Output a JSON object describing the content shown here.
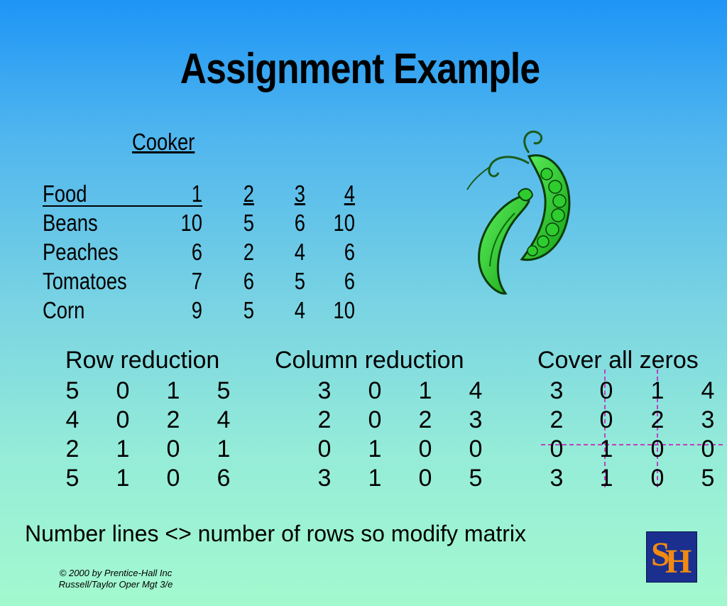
{
  "title": "Assignment Example",
  "cooker_label": "Cooker",
  "food_table": {
    "header": [
      "Food",
      "1",
      "2",
      "3",
      "4"
    ],
    "rows": [
      {
        "food": "Beans",
        "values": [
          "10",
          "5",
          "6",
          "10"
        ]
      },
      {
        "food": "Peaches",
        "values": [
          "6",
          "2",
          "4",
          "6"
        ]
      },
      {
        "food": "Tomatoes",
        "values": [
          "7",
          "6",
          "5",
          "6"
        ]
      },
      {
        "food": "Corn",
        "values": [
          "9",
          "5",
          "4",
          "10"
        ]
      }
    ]
  },
  "matrices": [
    {
      "title": "Row reduction",
      "rows": [
        [
          "5",
          "0",
          "1",
          "5"
        ],
        [
          "4",
          "0",
          "2",
          "4"
        ],
        [
          "2",
          "1",
          "0",
          "1"
        ],
        [
          "5",
          "1",
          "0",
          "6"
        ]
      ]
    },
    {
      "title": "Column reduction",
      "rows": [
        [
          "3",
          "0",
          "1",
          "4"
        ],
        [
          "2",
          "0",
          "2",
          "3"
        ],
        [
          "0",
          "1",
          "0",
          "0"
        ],
        [
          "3",
          "1",
          "0",
          "5"
        ]
      ]
    },
    {
      "title": "Cover all zeros",
      "rows": [
        [
          "3",
          "0",
          "1",
          "4"
        ],
        [
          "2",
          "0",
          "2",
          "3"
        ],
        [
          "0",
          "1",
          "0",
          "0"
        ],
        [
          "3",
          "1",
          "0",
          "5"
        ]
      ]
    }
  ],
  "note": "Number lines <> number of rows so modify matrix",
  "footer": {
    "line1": "© 2000 by Prentice-Hall Inc",
    "line2": "Russell/Taylor  Oper Mgt 3/e"
  },
  "logo_letters": [
    "S",
    "H"
  ],
  "colors": {
    "cover_line": "#c040c0",
    "logo_bg": "#1a2f8e",
    "logo_text": "#f28a12",
    "pea_green": "#2ecc2e"
  }
}
